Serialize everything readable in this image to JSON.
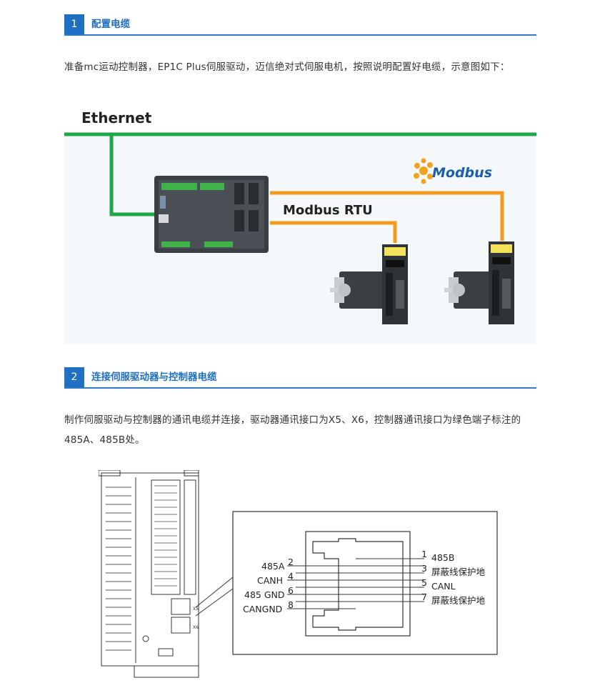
{
  "section1": {
    "number": "1",
    "title": "配置电缆",
    "paragraph": "准备mc运动控制器，EP1C Plus伺服驱动，迈信绝对式伺服电机，按照说明配置好电缆，示意图如下："
  },
  "figure1": {
    "ethernet_label": "Ethernet",
    "modbus_logo": "Modbus",
    "modbus_rtu_label": "Modbus RTU",
    "colors": {
      "ethernet": "#1fa84a",
      "modbus_rtu": "#f29a1e",
      "logo": "#1a5ea8"
    }
  },
  "section2": {
    "number": "2",
    "title": "连接伺服驱动器与控制器电缆",
    "paragraph": "制作伺服驱动与控制器的通讯电缆并连接，驱动器通讯接口为X5、X6，控制器通讯接口为绿色端子标注的485A、485B处。"
  },
  "figure2": {
    "pins_left": [
      {
        "num": "2",
        "label": "485A"
      },
      {
        "num": "4",
        "label": "CANH"
      },
      {
        "num": "6",
        "label": "485 GND"
      },
      {
        "num": "8",
        "label": "CANGND"
      }
    ],
    "pins_right": [
      {
        "num": "1",
        "label": "485B"
      },
      {
        "num": "3",
        "label": "屏蔽线保护地"
      },
      {
        "num": "5",
        "label": "CANL"
      },
      {
        "num": "7",
        "label": "屏蔽线保护地"
      }
    ],
    "port_labels": [
      "X5",
      "X6"
    ]
  }
}
